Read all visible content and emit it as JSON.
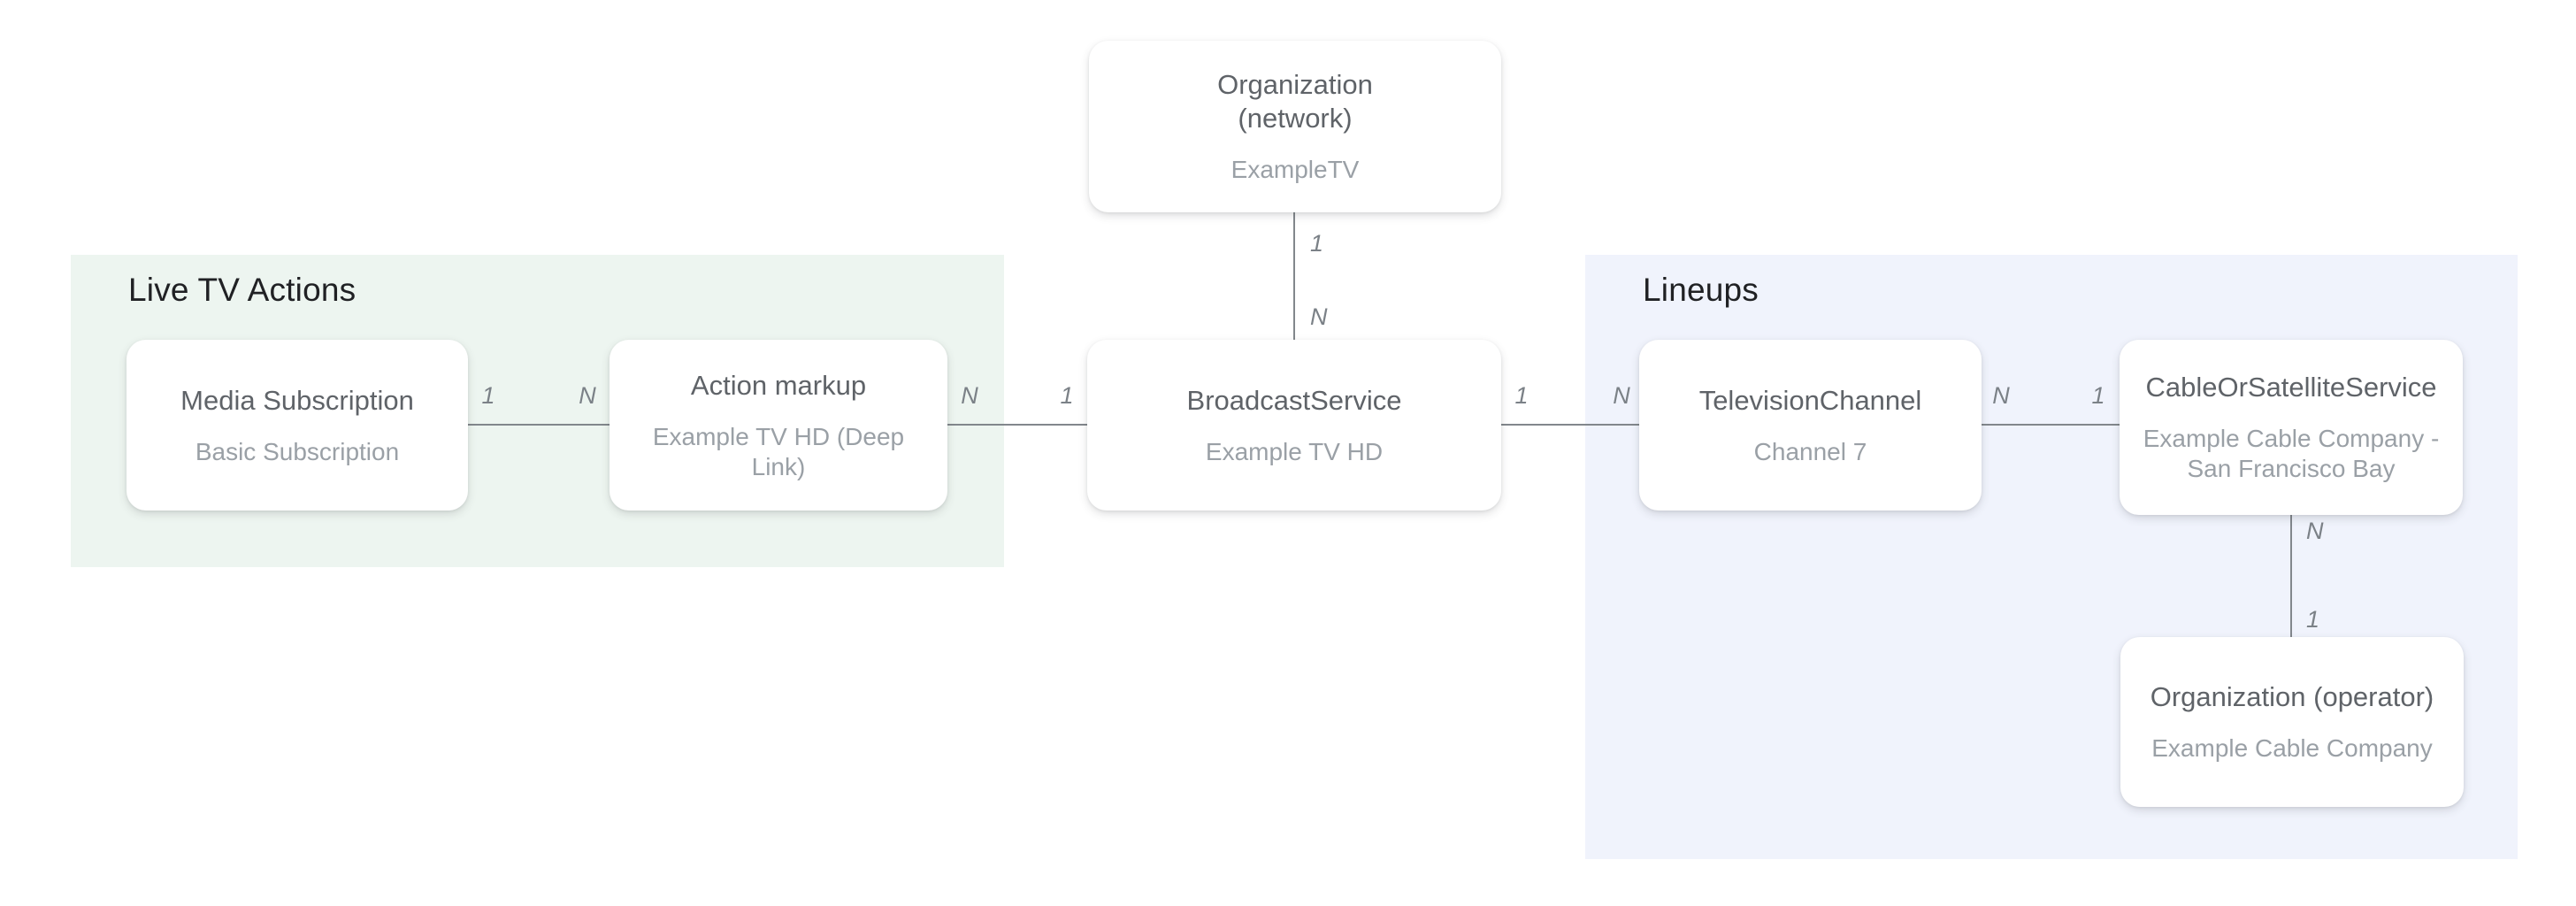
{
  "groups": {
    "live_tv_actions": {
      "label": "Live TV Actions"
    },
    "lineups": {
      "label": "Lineups"
    }
  },
  "nodes": {
    "org_network": {
      "title": "Organization\n(network)",
      "subtitle": "ExampleTV"
    },
    "media_subscription": {
      "title": "Media Subscription",
      "subtitle": "Basic Subscription"
    },
    "action_markup": {
      "title": "Action markup",
      "subtitle": "Example TV HD (Deep Link)"
    },
    "broadcast_service": {
      "title": "BroadcastService",
      "subtitle": "Example TV HD"
    },
    "television_channel": {
      "title": "TelevisionChannel",
      "subtitle": "Channel 7"
    },
    "cable_or_satellite_service": {
      "title": "CableOrSatelliteService",
      "subtitle": "Example Cable Company - San Francisco Bay"
    },
    "org_operator": {
      "title": "Organization (operator)",
      "subtitle": "Example Cable Company"
    }
  },
  "edges": {
    "network_to_broadcast": {
      "from": "1",
      "to": "N"
    },
    "media_to_action": {
      "from": "1",
      "to": "N"
    },
    "action_to_broadcast": {
      "from": "N",
      "to": "1"
    },
    "broadcast_to_tv": {
      "from": "1",
      "to": "N"
    },
    "tv_to_cable": {
      "from": "N",
      "to": "1"
    },
    "cable_to_operator": {
      "from": "N",
      "to": "1"
    }
  },
  "colors": {
    "live_tv_group_bg": "#EDF5F0",
    "lineups_group_bg": "#F0F3FC",
    "node_bg": "#FFFFFF",
    "node_title": "#5F6368",
    "node_subtitle": "#9AA0A6",
    "group_label": "#202124",
    "connector": "#82878C",
    "cardinality": "#7B8187"
  }
}
